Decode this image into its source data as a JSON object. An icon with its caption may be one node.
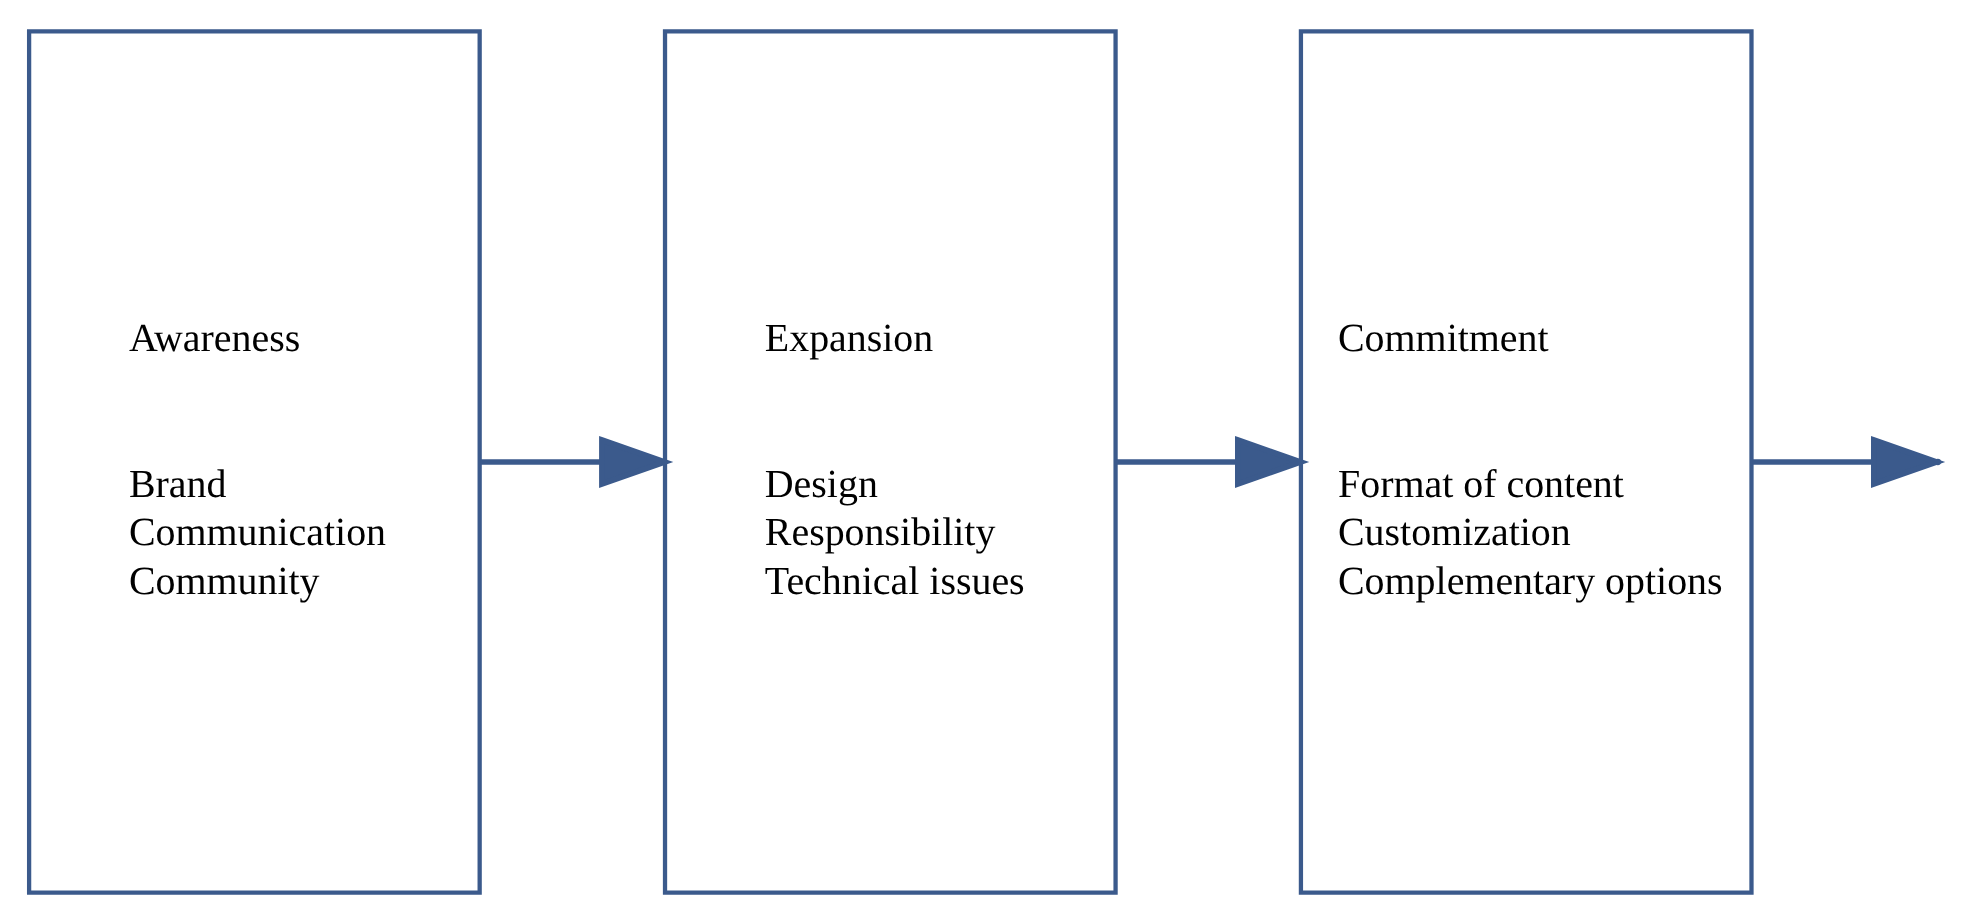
{
  "diagram": {
    "nodes": [
      {
        "text": [
          "Awareness",
          "Brand",
          "Communication",
          "Community"
        ]
      },
      {
        "text": [
          "Expansion",
          "Design",
          "Responsibility",
          "Technical issues"
        ]
      },
      {
        "text": [
          "Commitment",
          "Format of content",
          "Customization",
          "Complementary options"
        ]
      }
    ],
    "edges": [
      {
        "from": 0,
        "to": 1,
        "arrow": "to"
      },
      {
        "from": 1,
        "to": 2,
        "arrow": "to"
      },
      {
        "from": 2,
        "to": null,
        "arrow": "to"
      }
    ]
  }
}
